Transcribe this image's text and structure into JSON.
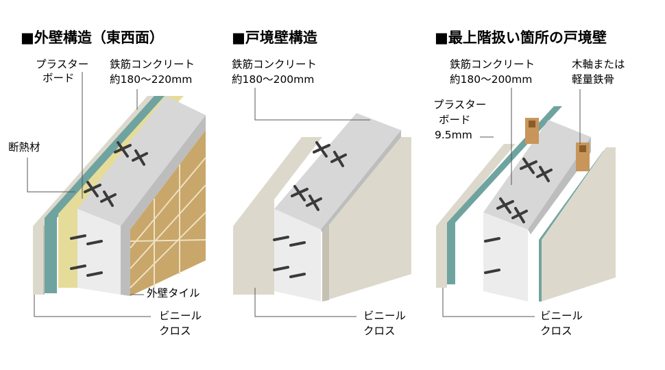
{
  "panels": [
    {
      "title": "■外壁構造（東西面）",
      "labels": {
        "plasterboard": [
          "プラスター",
          "ボード"
        ],
        "concrete": [
          "鉄筋コンクリート",
          "約180〜220mm"
        ],
        "insulation": "断熱材",
        "tile": "外壁タイル",
        "vinyl": [
          "ビニール",
          "クロス"
        ]
      }
    },
    {
      "title": "■戸境壁構造",
      "labels": {
        "concrete": [
          "鉄筋コンクリート",
          "約180〜200mm"
        ],
        "vinyl": [
          "ビニール",
          "クロス"
        ]
      }
    },
    {
      "title": "■最上階扱い箇所の戸境壁",
      "labels": {
        "concrete": [
          "鉄筋コンクリート",
          "約180〜200mm"
        ],
        "frame": [
          "木軸または",
          "軽量鉄骨"
        ],
        "plasterboard": [
          "プラスター",
          "ボード",
          "9.5mm"
        ],
        "vinyl": [
          "ビニール",
          "クロス"
        ]
      }
    }
  ],
  "colors": {
    "concrete_top": "#dcdcdc",
    "concrete_side": "#cfcfcf",
    "concrete_face": "#e9e9e9",
    "cloth": "#dcd9cc",
    "board": "#6fa3a0",
    "insulation": "#e6dc9a",
    "tile": "#c9a66a",
    "wood": "#c8955a",
    "rebar": "#3a3a3a"
  }
}
